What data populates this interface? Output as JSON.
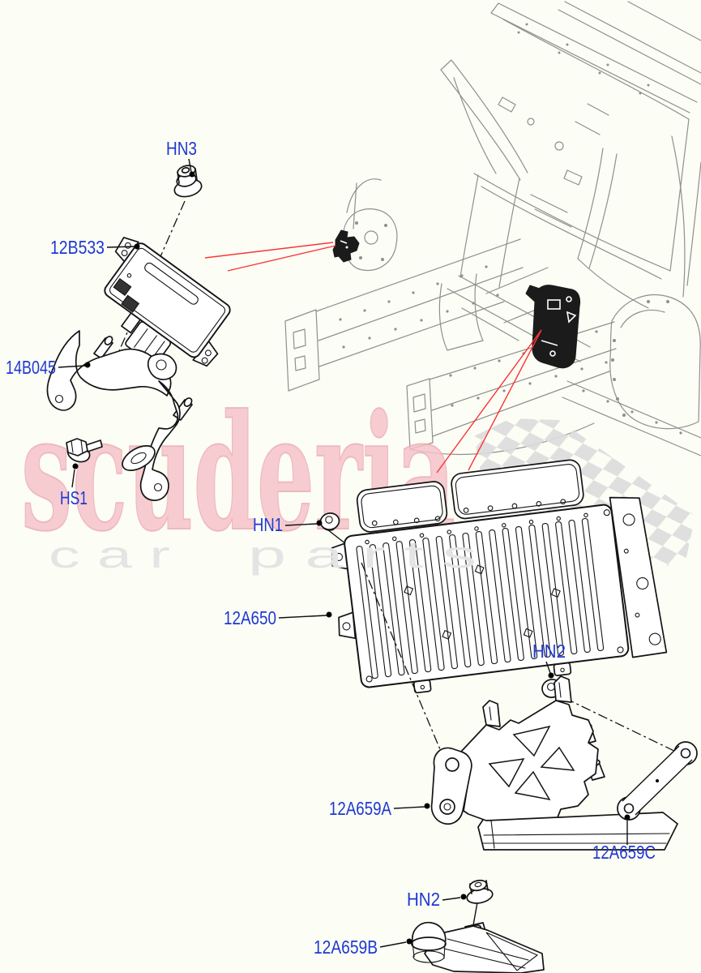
{
  "watermark": {
    "brand": "scuderia",
    "tagline_left": "c a r",
    "tagline_right": "p a r t s"
  },
  "callouts": [
    {
      "name": "nut-hn3",
      "code": "HN3"
    },
    {
      "name": "module-12b533",
      "code": "12B533"
    },
    {
      "name": "bracket-14b045",
      "code": "14B045"
    },
    {
      "name": "bolt-hs1",
      "code": "HS1"
    },
    {
      "name": "grommet-hn1",
      "code": "HN1"
    },
    {
      "name": "ecm-12a650",
      "code": "12A650"
    },
    {
      "name": "grommet-hn2",
      "code": "HN2"
    },
    {
      "name": "bracket-12a659a",
      "code": "12A659A"
    },
    {
      "name": "link-12a659c",
      "code": "12A659C"
    },
    {
      "name": "nut-hn2-lower",
      "code": "HN2"
    },
    {
      "name": "bracket-12a659b",
      "code": "12A659B"
    }
  ],
  "colors": {
    "label_blue": "#1d38d2",
    "leader_black": "#101010",
    "highlight_red": "#f93535",
    "car_gray": "#8f8f8f",
    "watermark_pink": "#f5c2c8",
    "watermark_gray": "#e4e4e4",
    "checker_gray": "#dcdcdc",
    "background": "#fcfdf5"
  }
}
